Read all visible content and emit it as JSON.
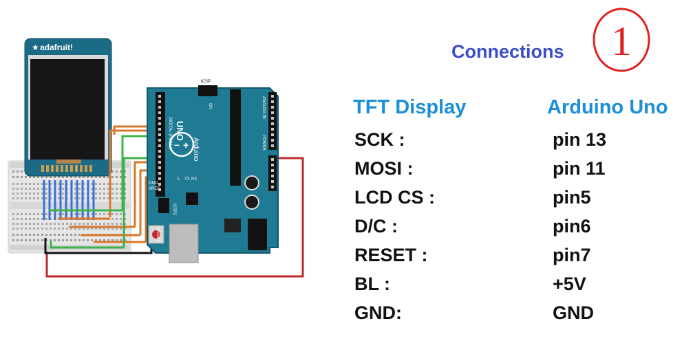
{
  "title": "Connections",
  "badge_number": "1",
  "headers": {
    "left": "TFT Display",
    "right": "Arduino Uno"
  },
  "rows": [
    {
      "pin": "SCK :",
      "arduino": "pin 13"
    },
    {
      "pin": "MOSI :",
      "arduino": "pin 11"
    },
    {
      "pin": "LCD CS :",
      "arduino": "pin5"
    },
    {
      "pin": "D/C :",
      "arduino": "pin6"
    },
    {
      "pin": "RESET :",
      "arduino": "pin7"
    },
    {
      "pin": "BL :",
      "arduino": "+5V"
    },
    {
      "pin": "GND:",
      "arduino": "GND"
    }
  ],
  "diagram": {
    "tft_brand": "adafruit!",
    "board_model": "UNO",
    "board_brand": "Arduino",
    "reset_label": "RESET",
    "icsp_label": "ICSP",
    "icsp2_label": "ICSP2",
    "digital_label": "DIGITAL (PWM~)",
    "analog_label": "ANALOG IN",
    "power_label": "POWER",
    "aref_label": "AREF",
    "gnd_label": "GND",
    "on_label": "ON",
    "l_label": "L",
    "tx_label": "TX",
    "rx_label": "RX",
    "colors": {
      "board": "#1f7a94",
      "board_dark": "#17606f",
      "breadboard": "#e6e6e6",
      "wire_orange": "#d9782a",
      "wire_green": "#3db24a",
      "wire_red": "#c0282b",
      "wire_black": "#111111",
      "wire_blue": "#3a6fd8",
      "screen": "#161616"
    }
  }
}
